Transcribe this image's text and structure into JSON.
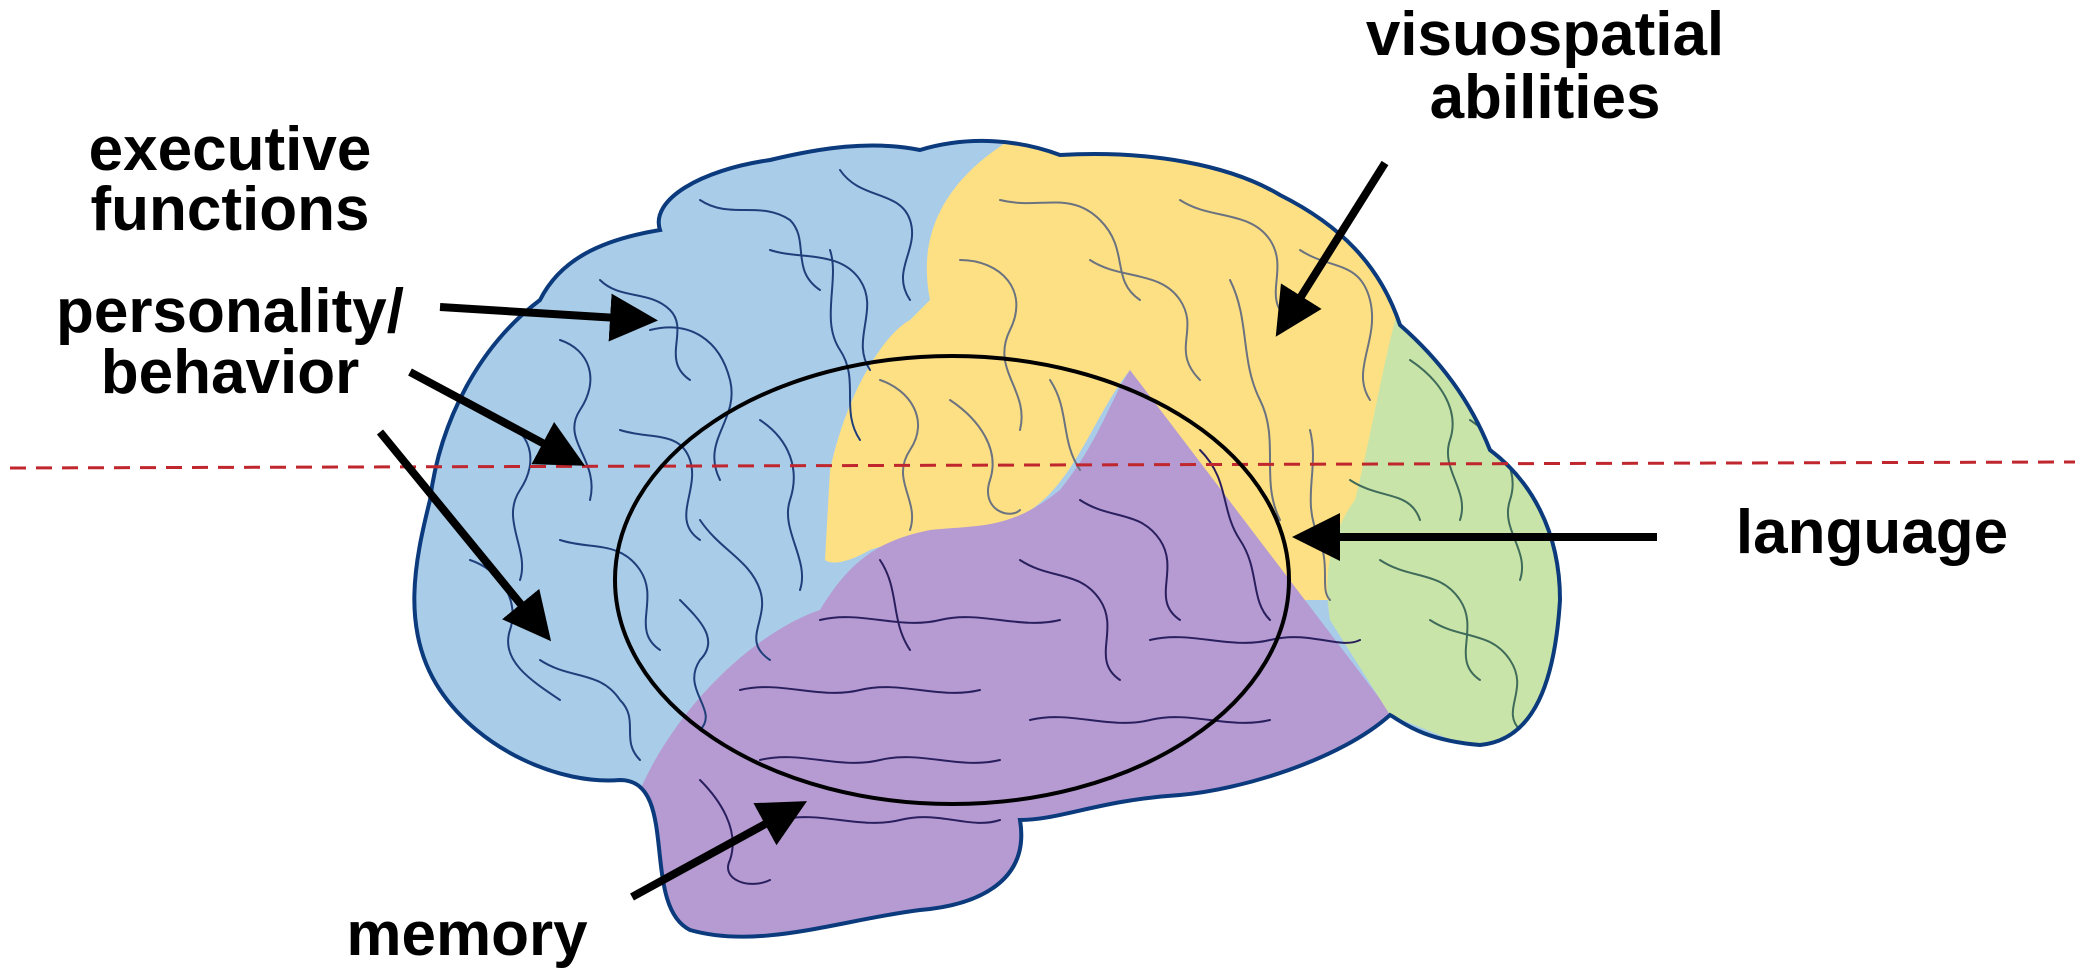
{
  "labels": {
    "executive_line1": "executive",
    "executive_line2": "functions",
    "personality_line1": "personality/",
    "personality_line2": "behavior",
    "visuospatial_line1": "visuospatial",
    "visuospatial_line2": "abilities",
    "language": "language",
    "memory": "memory"
  },
  "colors": {
    "frontal": "#a9cce9",
    "parietal": "#fde084",
    "temporal": "#b59bd1",
    "occipital": "#c9e4a8",
    "outline": "#0b3a7d",
    "frontal_sulci": "#1f3f7a",
    "parietal_sulci": "#6b7280",
    "temporal_sulci": "#2a1f5e",
    "occipital_sulci": "#3f6b5a",
    "dashed_line": "#c0262d",
    "ink": "#000000"
  }
}
